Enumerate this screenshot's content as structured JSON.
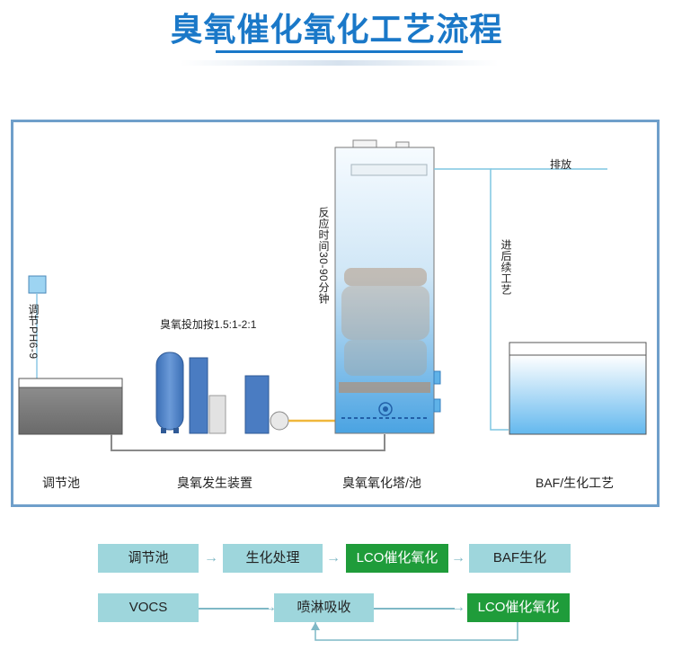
{
  "title": "臭氧催化氧化工艺流程",
  "diagram": {
    "ph_label": "调节PH6-9",
    "dosage_label": "臭氧投加按1.5:1-2:1",
    "reaction_label": "反应时间30-90分钟",
    "discharge_label": "排放",
    "next_label": "进后续工艺",
    "captions": [
      "调节池",
      "臭氧发生装置",
      "臭氧氧化塔/池",
      "BAF/生化工艺"
    ]
  },
  "flow": {
    "row1": [
      "调节池",
      "生化处理",
      "LCO催化氧化",
      "BAF生化"
    ],
    "row2": [
      "VOCS",
      "喷淋吸收",
      "LCO催化氧化"
    ]
  },
  "colors": {
    "title": "#1a78c8",
    "frame": "#6f9fca",
    "box_light": "#9ed6dc",
    "box_green": "#1f9c3a"
  }
}
